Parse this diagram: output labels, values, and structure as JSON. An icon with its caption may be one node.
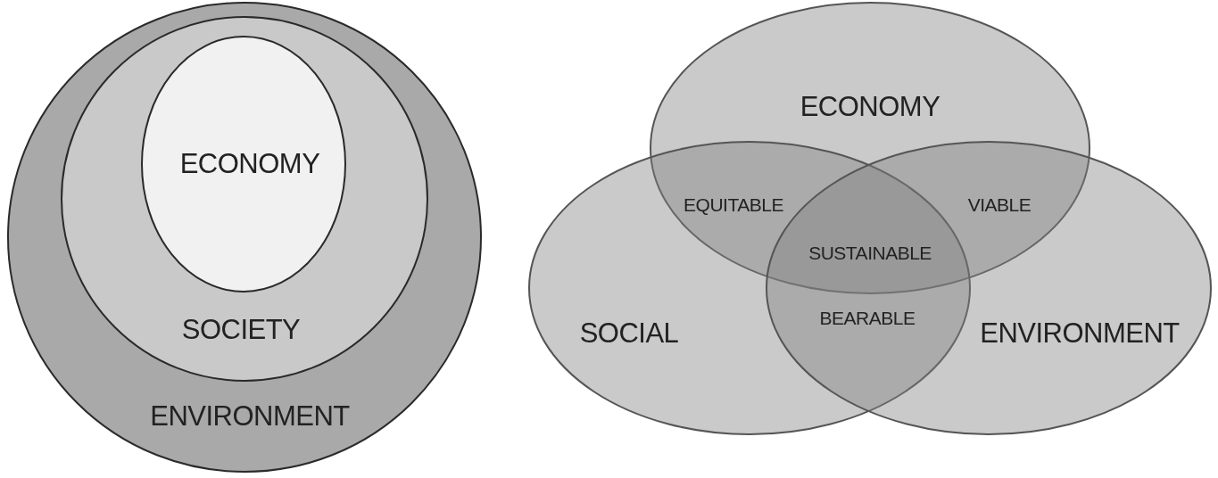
{
  "diagram": {
    "nodes": [
      {
        "text": [
          "ENVIRONMENT"
        ]
      },
      {
        "text": [
          "SOCIETY"
        ],
        "in": 0
      },
      {
        "text": [
          "ECONOMY"
        ],
        "in": 1
      },
      {
        "text": [
          "ECONOMY"
        ]
      },
      {
        "text": [
          "SOCIAL"
        ]
      },
      {
        "text": [
          "ENVIRONMENT"
        ]
      }
    ],
    "labels": [
      "EQUITABLE",
      "VIABLE",
      "SUSTAINABLE",
      "BEARABLE"
    ]
  }
}
